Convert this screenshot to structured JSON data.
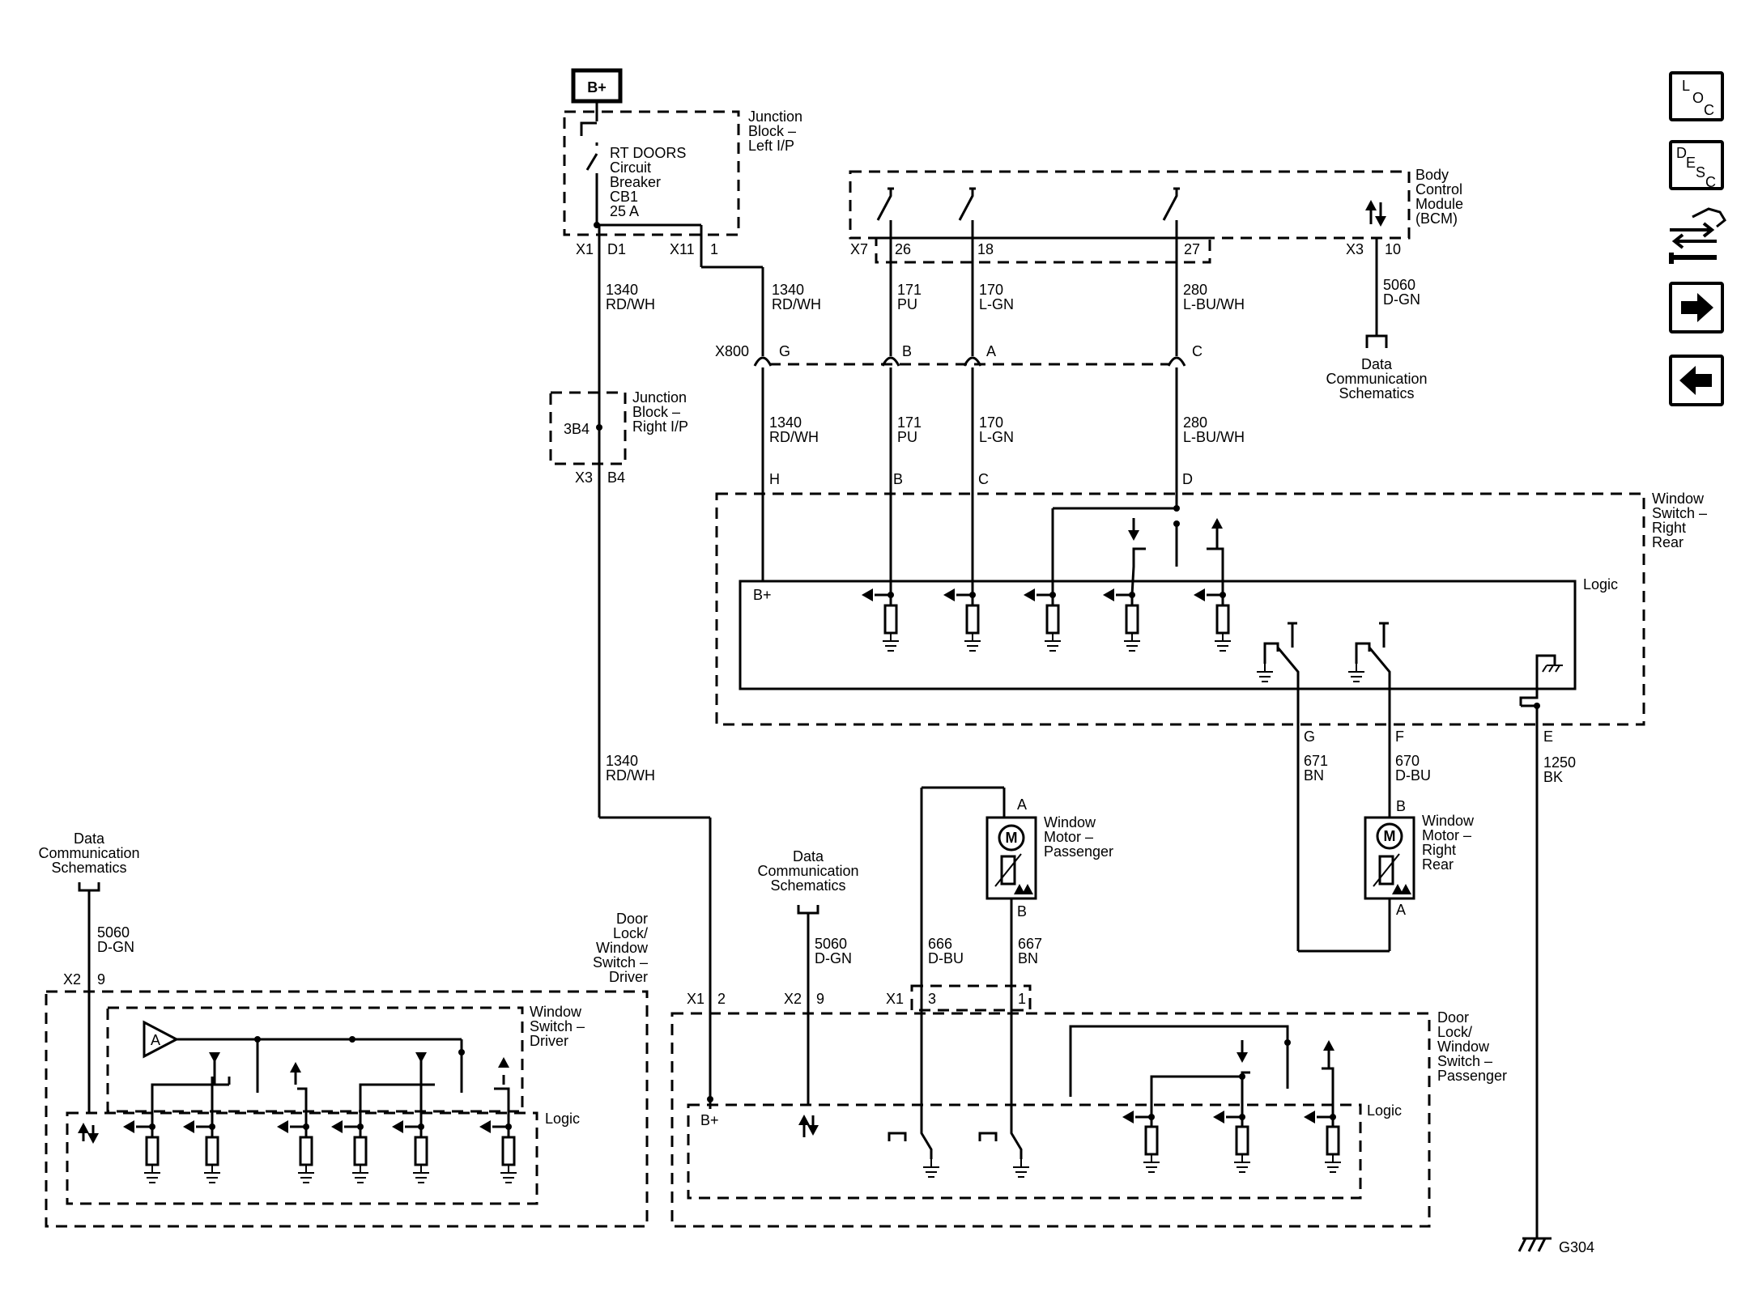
{
  "components": {
    "bplus": "B+",
    "jb_left": [
      "Junction",
      "Block –",
      "Left I/P"
    ],
    "breaker": [
      "RT DOORS",
      "Circuit",
      "Breaker",
      "CB1",
      "25 A"
    ],
    "bcm": [
      "Body",
      "Control",
      "Module",
      "(BCM)"
    ],
    "jb_right": [
      "Junction",
      "Block –",
      "Right I/P"
    ],
    "jb_right_conn": "3B4",
    "win_rr": [
      "Window",
      "Switch –",
      "Right",
      "Rear"
    ],
    "logic": "Logic",
    "logic_bplus": "B+",
    "motor_pass": [
      "Window",
      "Motor –",
      "Passenger"
    ],
    "motor_rr": [
      "Window",
      "Motor –",
      "Right",
      "Rear"
    ],
    "motor_symbol": "M",
    "dls_driver": [
      "Door",
      "Lock/",
      "Window",
      "Switch –",
      "Driver"
    ],
    "ws_driver": [
      "Window",
      "Switch –",
      "Driver"
    ],
    "dls_pass": [
      "Door",
      "Lock/",
      "Window",
      "Switch –",
      "Passenger"
    ],
    "amp_label": "A",
    "data_comm": [
      "Data",
      "Communication",
      "Schematics"
    ],
    "ground": "G304"
  },
  "connectors": {
    "x1": "X1",
    "d1": "D1",
    "x11": "X11",
    "one": "1",
    "x7": "X7",
    "p26": "26",
    "p18": "18",
    "p27": "27",
    "x3": "X3",
    "p10": "10",
    "x800": "X800",
    "g": "G",
    "b": "B",
    "a": "A",
    "c": "C",
    "b4": "B4",
    "h": "H",
    "d": "D",
    "e": "E",
    "f": "F",
    "x2": "X2",
    "p9": "9",
    "p2": "2",
    "p3": "3"
  },
  "wires": [
    {
      "circuit": "1340",
      "color": "RD/WH"
    },
    {
      "circuit": "171",
      "color": "PU"
    },
    {
      "circuit": "170",
      "color": "L-GN"
    },
    {
      "circuit": "280",
      "color": "L-BU/WH"
    },
    {
      "circuit": "5060",
      "color": "D-GN"
    },
    {
      "circuit": "671",
      "color": "BN"
    },
    {
      "circuit": "670",
      "color": "D-BU"
    },
    {
      "circuit": "1250",
      "color": "BK"
    },
    {
      "circuit": "666",
      "color": "D-BU"
    },
    {
      "circuit": "667",
      "color": "BN"
    }
  ],
  "nav": [
    {
      "id": "loc",
      "letters": [
        "L",
        "O",
        "C"
      ]
    },
    {
      "id": "desc",
      "letters": [
        "D",
        "E",
        "S",
        "C"
      ]
    },
    {
      "id": "connector"
    },
    {
      "id": "next"
    },
    {
      "id": "previous"
    }
  ]
}
